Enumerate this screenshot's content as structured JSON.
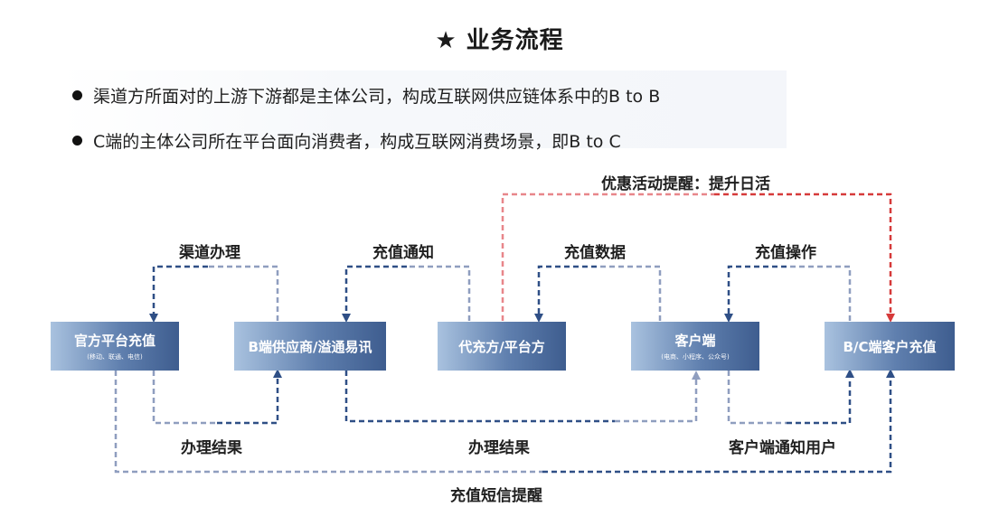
{
  "title": "★ 业务流程",
  "bullets": [
    "渠道方所面对的上游下游都是主体公司，构成互联网供应链体系中的B to B",
    "C端的主体公司所在平台面向消费者，构成互联网消费场景，即B to C"
  ],
  "boxes": {
    "official": {
      "label": "官方平台充值",
      "sub": "(移动、联通、电信)"
    },
    "supplier": {
      "label": "B端供应商/溢通易讯"
    },
    "agent": {
      "label": "代充方/平台方"
    },
    "client": {
      "label": "客户端",
      "sub": "(电商、小程序、公众号)"
    },
    "bc": {
      "label": "B/C端客户充值"
    }
  },
  "labels": {
    "promo": "优惠活动提醒：提升日活",
    "channel": "渠道办理",
    "notify": "充值通知",
    "data": "充值数据",
    "operate": "充值操作",
    "result1": "办理结果",
    "result2": "办理结果",
    "client_notify": "客户端通知用户",
    "sms": "充值短信提醒"
  },
  "colors": {
    "dark_blue": "#2f4f86",
    "light_blue": "#8f9ebf",
    "red": "#d63a3a",
    "light_red": "#e8868a"
  }
}
